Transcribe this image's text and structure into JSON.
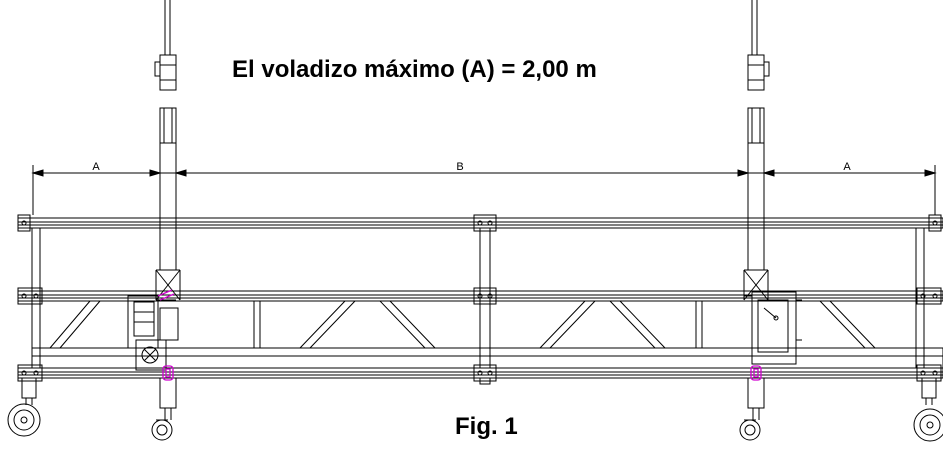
{
  "diagram": {
    "title": "El voladizo máximo (A) = 2,00 m",
    "caption": "Fig. 1",
    "dimension_labels": {
      "left": "A",
      "middle": "B",
      "right": "A"
    }
  }
}
